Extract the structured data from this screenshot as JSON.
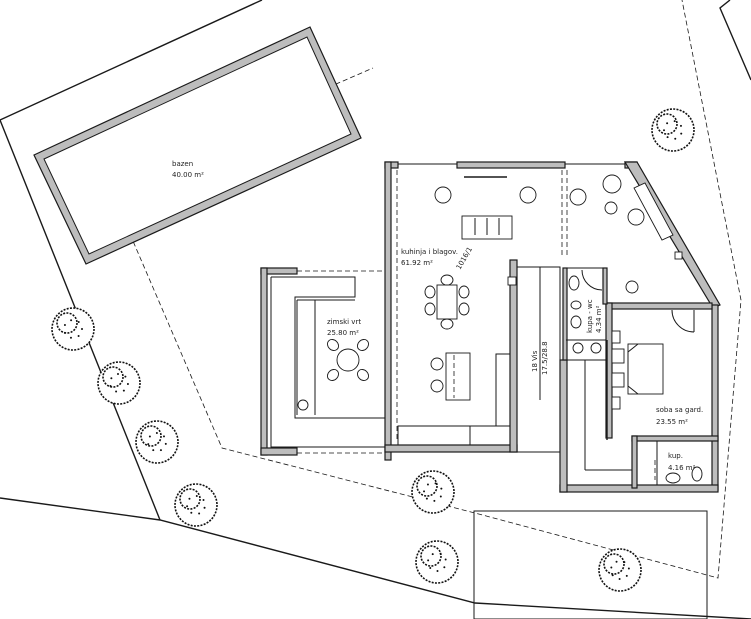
{
  "drawing": {
    "type": "architectural floor plan / site plan",
    "rooms": [
      {
        "id": "bazen",
        "name": "bazen",
        "area": "40.00 m²"
      },
      {
        "id": "kuhinja",
        "name": "kuhinja i blagov.",
        "area": "61.92 m²"
      },
      {
        "id": "zimski-vrt",
        "name": "zimski vrt",
        "area": "25.80 m²"
      },
      {
        "id": "kupa-wc",
        "name": "kupa - wc",
        "area": "4.34 m²"
      },
      {
        "id": "soba",
        "name": "soba sa gard.",
        "area": "23.55 m²"
      },
      {
        "id": "kup",
        "name": "kup.",
        "area": "4.16 m²"
      }
    ],
    "parcel_number": "1016/1",
    "stair": {
      "count_label": "18 Vis",
      "dimension_label": "17.5/28.8"
    },
    "tree_count": 8,
    "colors": {
      "wall_fill": "#bdbdbd",
      "line": "#1a1a1a",
      "background": "#ffffff"
    }
  }
}
